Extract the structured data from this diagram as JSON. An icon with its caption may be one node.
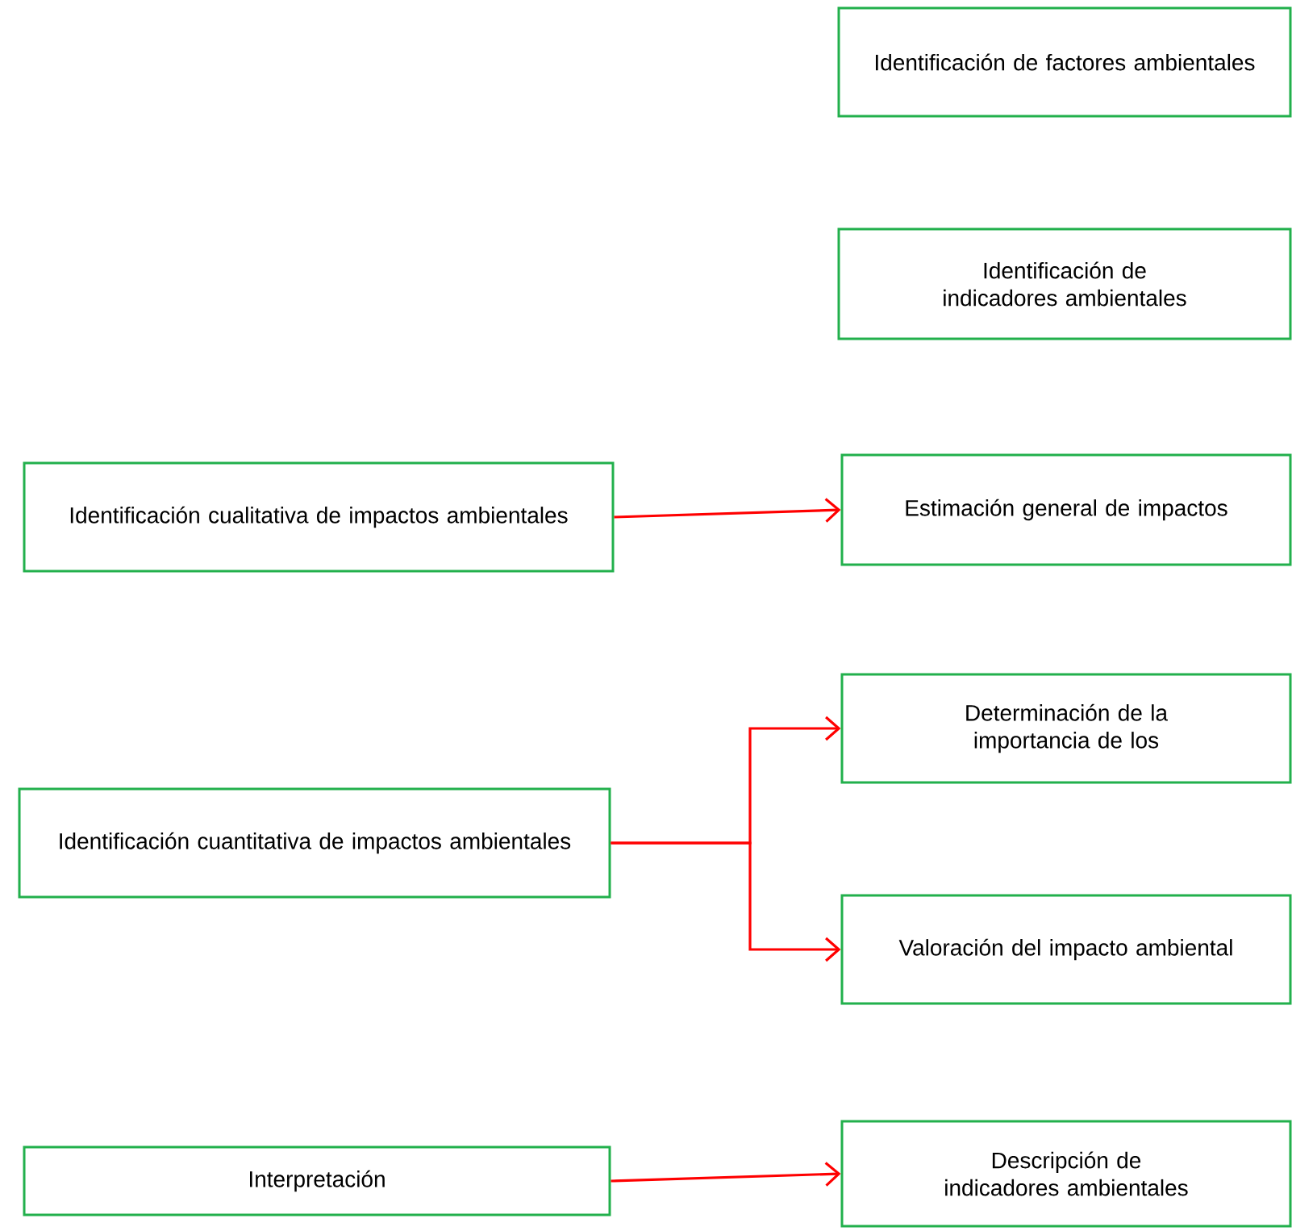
{
  "diagram": {
    "nodes": [
      {
        "text": [
          "Identificación de factores ambientales"
        ]
      },
      {
        "text": [
          "Identificación de indicadores ambientales"
        ]
      },
      {
        "text": [
          "Identificación cualitativa de impactos ambientales"
        ]
      },
      {
        "text": [
          "Estimación general de impactos"
        ]
      },
      {
        "text": [
          "Identificación cuantitativa de impactos ambientales"
        ]
      },
      {
        "text": [
          "Determinación de la importancia de los"
        ]
      },
      {
        "text": [
          "Valoración del impacto ambiental"
        ]
      },
      {
        "text": [
          "Interpretación"
        ]
      },
      {
        "text": [
          "Descripción de indicadores ambientales"
        ]
      }
    ],
    "edges": [
      {
        "from": 2,
        "to": 3,
        "arrow": "to"
      },
      {
        "from": 4,
        "to": 5,
        "arrow": "to"
      },
      {
        "from": 4,
        "to": 6,
        "arrow": "to"
      },
      {
        "from": 7,
        "to": 8,
        "arrow": "to"
      }
    ]
  }
}
